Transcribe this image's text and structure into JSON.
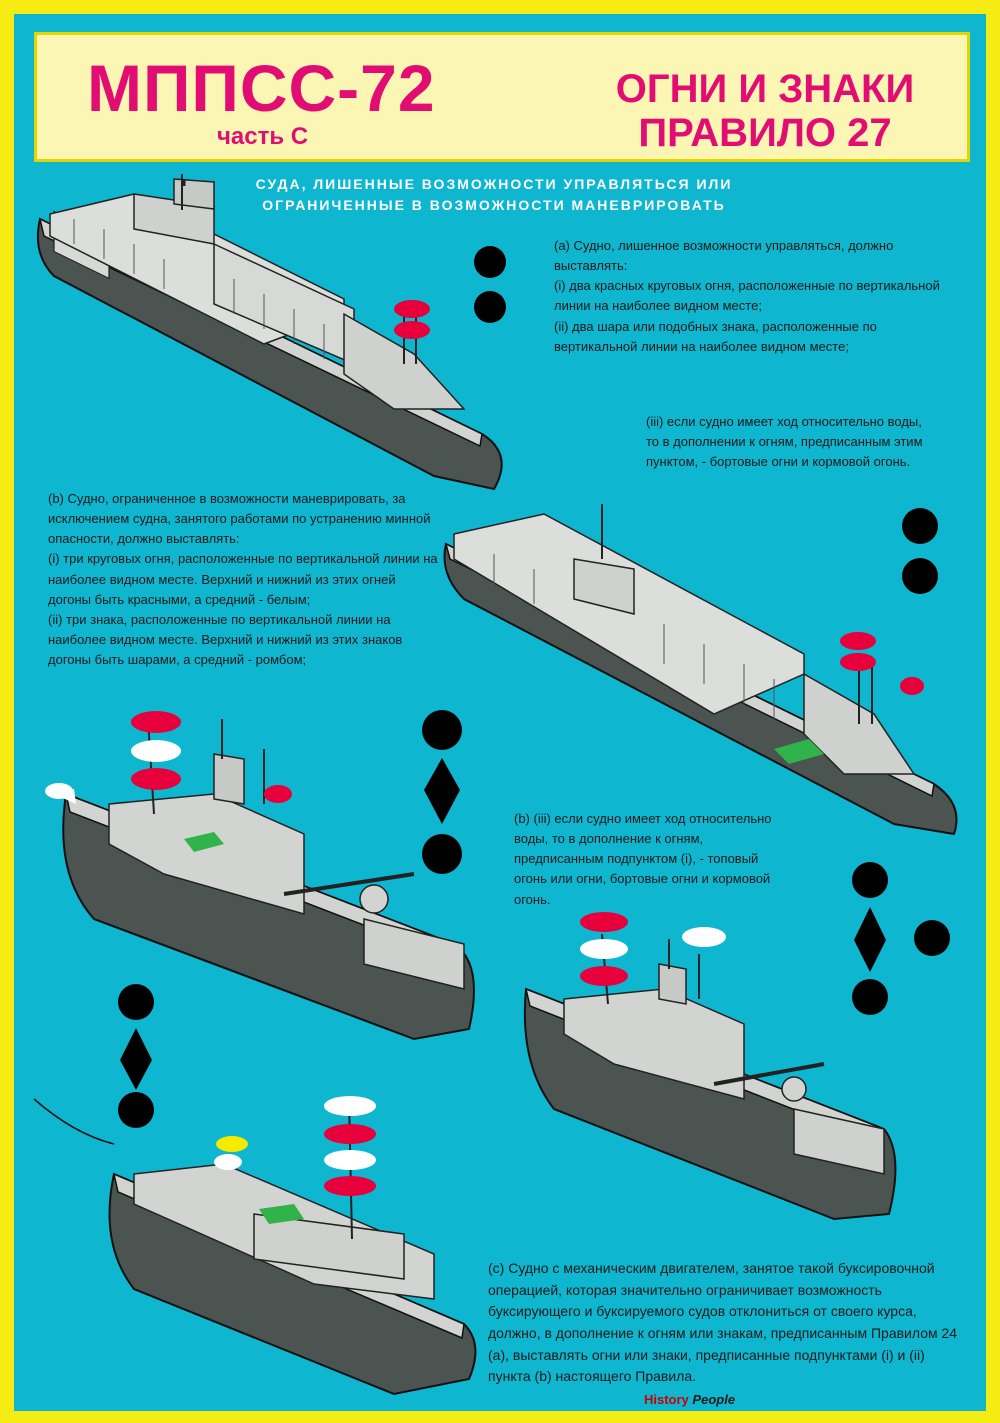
{
  "header": {
    "title": "МППСС-72",
    "part": "часть С",
    "section_line1": "ОГНИ И ЗНАКИ",
    "section_line2": "ПРАВИЛО 27"
  },
  "subtitle": {
    "line1": "СУДА, ЛИШЕННЫЕ ВОЗМОЖНОСТИ УПРАВЛЯТЬСЯ ИЛИ",
    "line2": "ОГРАНИЧЕННЫЕ В ВОЗМОЖНОСТИ МАНЕВРИРОВАТЬ"
  },
  "rule_a": {
    "p1": "(а) Судно, лишенное возможности управляться, должно выставлять:",
    "p2": "(i) два красных круговых огня, расположенные по вертикальной линии на наиболее видном месте;",
    "p3": "(ii) два шара или подобных знака, расположенные по вертикальной линии на наиболее видном месте;"
  },
  "rule_a3": {
    "p1": "(iii) если судно имеет ход относительно воды, то в дополнении к огням, предписанным этим пунктом, - бортовые огни и кормовой огонь."
  },
  "rule_b": {
    "p1": "(b) Судно, ограниченное в возможности маневрировать, за исключением судна, занятого работами по устранению минной опасности, должно выставлять:",
    "p2": "(i) три круговых огня, расположенные по вертикальной линии на наиболее видном месте. Верхний и нижний из этих огней догоны быть красными, а средний - белым;",
    "p3": "(ii) три знака, расположенные по вертикальной линии на наиболее видном месте. Верхний и нижний из этих знаков догоны быть шарами, а средний - ромбом;"
  },
  "rule_b3": {
    "p1": "(b) (iii) если судно имеет ход относительно воды, то в дополнение к огням, предписанным подпунктом (i), - топовый огонь или огни, бортовые огни и кормовой огонь."
  },
  "rule_c": {
    "p1": "(с) Судно с механическим двигателем, занятое такой буксировочной операцией, которая значительно ограничивает возможность буксирующего и буксируемого судов отклониться от своего курса, должно, в дополнение к огням или знакам, предписанным Правилом 24 (а), выставлять огни или знаки, предписанные подпунктами (i) и (ii) пункта (b) настоящего Правила."
  },
  "footer": {
    "brand_a": "History",
    "brand_b": "People"
  },
  "colors": {
    "background": "#0fb6cf",
    "frame": "#f4ec12",
    "title": "#e20d73",
    "hull": "#4b5451",
    "deck": "#d2d4d1",
    "red_light": "#e8003c",
    "white_light": "#ffffff",
    "yellow_light": "#f3ea00",
    "green_light": "#2fb34a",
    "shape": "#000000"
  }
}
